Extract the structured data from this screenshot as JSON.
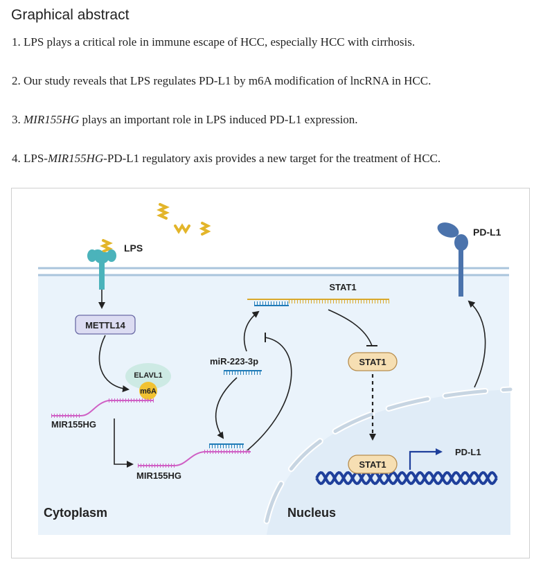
{
  "heading": "Graphical abstract",
  "highlights": [
    {
      "num": "1.",
      "pre": "LPS plays a critical role in immune escape of HCC, especially HCC with cirrhosis.",
      "it": "",
      "post": ""
    },
    {
      "num": "2.",
      "pre": "Our study reveals that LPS regulates PD-L1 by m6A modification of lncRNA in HCC.",
      "it": "",
      "post": ""
    },
    {
      "num": "3.",
      "pre": "",
      "it": "MIR155HG",
      "post": " plays an important role in LPS induced PD-L1 expression."
    },
    {
      "num": "4.",
      "pre": "LPS-",
      "it": "MIR155HG",
      "post": "-PD-L1 regulatory axis provides a new target for the treatment of HCC."
    }
  ],
  "diagram": {
    "lps": "LPS",
    "pdl1_receptor": "PD-L1",
    "mettl14": "METTL14",
    "elavl1": "ELAVL1",
    "m6a": "m6A",
    "mir155hg_1": "MIR155HG",
    "mir155hg_2": "MIR155HG",
    "mir223": "miR-223-3p",
    "stat1_mrna": "STAT1",
    "stat1_protein": "STAT1",
    "stat1_nuclear": "STAT1",
    "pdl1_gene": "PD-L1",
    "cytoplasm": "Cytoplasm",
    "nucleus": "Nucleus",
    "colors": {
      "membrane": "#a9c4dc",
      "cell_bg": "#eaf3fb",
      "nucleus_bg": "#e0ecf7",
      "lps": "#e3b52a",
      "receptor": "#4bb3bb",
      "pdl1": "#4b73ac",
      "mettl14_fill": "#dcdcf2",
      "mettl14_stroke": "#6a6aa5",
      "elavl1_fill": "#cdeae4",
      "m6a_fill": "#f1c232",
      "stat1_fill": "#f6dfb3",
      "stat1_stroke": "#b78d4e",
      "mir155": "#cf5fc4",
      "mirna": "#1f7bb8",
      "stat1_mrna": "#d9a82a",
      "dna": "#1e3f9b"
    }
  }
}
